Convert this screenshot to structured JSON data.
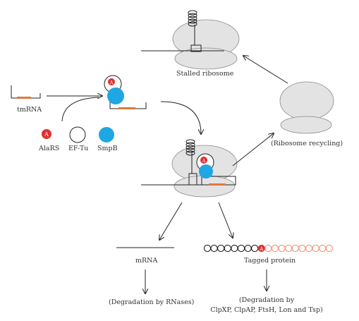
{
  "labels": {
    "stalled": "Stalled ribosome",
    "tmrna": "tmRNA",
    "alars": "AlaRS",
    "eftu": "EF-Tu",
    "smpb": "SmpB",
    "recycling": "(Ribosome recycling)",
    "mrna": "mRNA",
    "degradation_rnases": "(Degradation by RNases)",
    "tagged_protein": "Tagged protein",
    "degradation_proteases_line1": "(Degradation by",
    "degradation_proteases_line2": "ClpXP, ClpAP, FtsH, Lon and Tsp)",
    "alanine_letter": "A"
  },
  "colors": {
    "orange": "#e07a3b",
    "red": "#e03030",
    "blue": "#1ea7e4",
    "ribosome_fill": "#e3e3e3",
    "ribosome_stroke": "#8a8a8a",
    "line": "#222222",
    "tag_circle": "#f08a6a"
  },
  "tagged_protein_chain": {
    "black_circles": 8,
    "alanine_circles": 1,
    "tag_circles": 10
  }
}
